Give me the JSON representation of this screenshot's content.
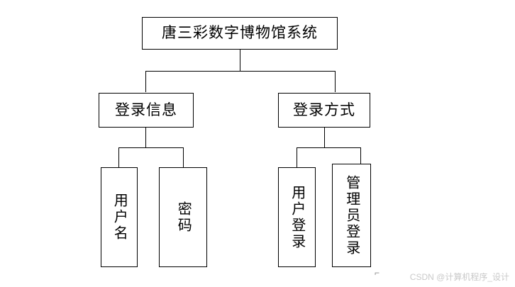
{
  "diagram": {
    "type": "tree",
    "root": {
      "id": "root",
      "label": "唐三彩数字博物馆系统"
    },
    "level2": [
      {
        "id": "login-info",
        "label": "登录信息"
      },
      {
        "id": "login-method",
        "label": "登录方式"
      }
    ],
    "leaves": [
      {
        "id": "username",
        "label": "用户名",
        "parent": "login-info"
      },
      {
        "id": "password",
        "label": "密码",
        "parent": "login-info"
      },
      {
        "id": "user-login",
        "label": "用户登录",
        "parent": "login-method"
      },
      {
        "id": "admin-login",
        "label": "管理员登录",
        "parent": "login-method"
      }
    ]
  },
  "watermark": {
    "text": "CSDN @计算机程序_设计"
  }
}
